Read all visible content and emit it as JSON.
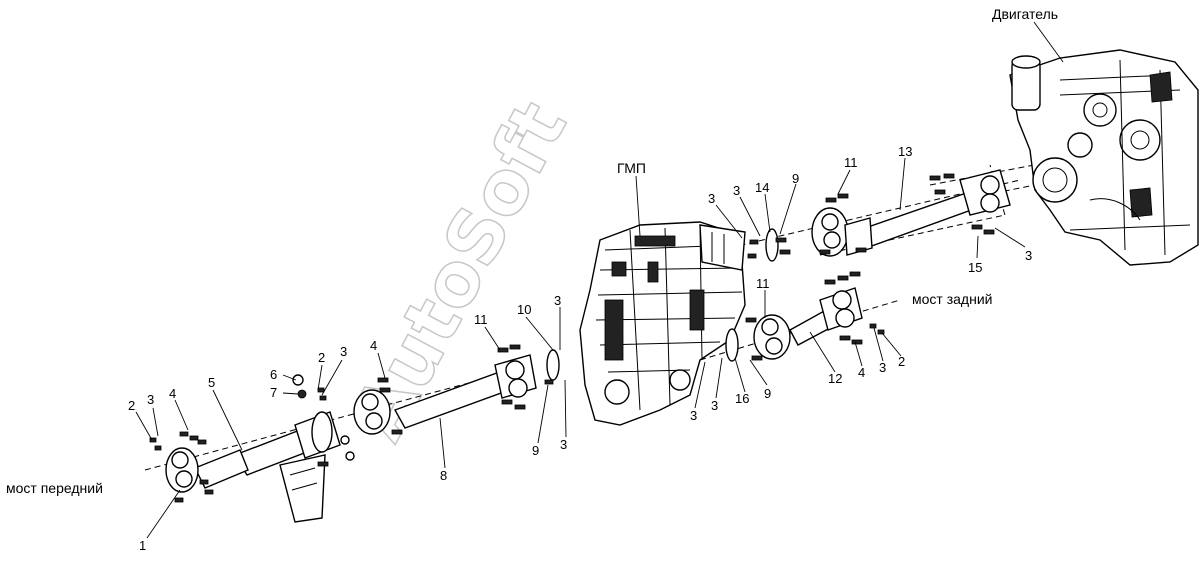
{
  "diagram": {
    "labels": {
      "engine": "Двигатель",
      "gmp": "ГМП",
      "front_axle": "мост передний",
      "rear_axle": "мост задний"
    },
    "callouts": {
      "c1": "1",
      "c2a": "2",
      "c3a": "3",
      "c4a": "4",
      "c5": "5",
      "c6": "6",
      "c7": "7",
      "c2b": "2",
      "c3b": "3",
      "c4b": "4",
      "c8": "8",
      "c11a": "11",
      "c10": "10",
      "c3c": "3",
      "c9a": "9",
      "c3d": "3",
      "c3e": "3",
      "c3f": "3",
      "c14": "14",
      "c9b": "9",
      "c11b": "11",
      "c13": "13",
      "c15": "15",
      "c3g": "3",
      "c11c": "11",
      "c12": "12",
      "c4c": "4",
      "c3h": "3",
      "c2c": "2",
      "c3i": "3",
      "c3j": "3",
      "c16": "16",
      "c9c": "9"
    },
    "watermark": "AutoSoft"
  }
}
